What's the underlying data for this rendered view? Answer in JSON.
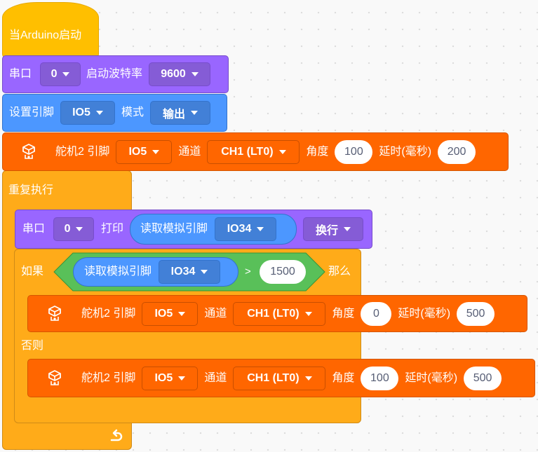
{
  "hat": {
    "label": "当Arduino启动"
  },
  "serial_init": {
    "label": "串口",
    "port": "0",
    "baud_label": "启动波特率",
    "baud": "9600"
  },
  "pin_mode": {
    "label": "设置引脚",
    "pin": "IO5",
    "mode_label": "模式",
    "mode": "输出"
  },
  "servo_top": {
    "label": "舵机2 引脚",
    "pin": "IO5",
    "channel_label": "通道",
    "channel": "CH1 (LT0)",
    "angle_label": "角度",
    "angle": "100",
    "delay_label": "延时(毫秒)",
    "delay": "200"
  },
  "forever": {
    "label": "重复执行"
  },
  "serial_print": {
    "label": "串口",
    "port": "0",
    "print_label": "打印",
    "reporter_label": "读取模拟引脚",
    "reporter_pin": "IO34",
    "newline": "换行"
  },
  "if_block": {
    "if_label": "如果",
    "then_label": "那么",
    "else_label": "否则",
    "cond_reporter_label": "读取模拟引脚",
    "cond_pin": "IO34",
    "operator": ">",
    "threshold": "1500"
  },
  "servo_if": {
    "label": "舵机2 引脚",
    "pin": "IO5",
    "channel_label": "通道",
    "channel": "CH1 (LT0)",
    "angle_label": "角度",
    "angle": "0",
    "delay_label": "延时(毫秒)",
    "delay": "500"
  },
  "servo_else": {
    "label": "舵机2 引脚",
    "pin": "IO5",
    "channel_label": "通道",
    "channel": "CH1 (LT0)",
    "angle_label": "角度",
    "angle": "100",
    "delay_label": "延时(毫秒)",
    "delay": "500"
  },
  "colors": {
    "event": "#ffbf00",
    "serial": "#9966ff",
    "pin": "#4c97ff",
    "servo": "#ff6600",
    "control": "#ffab19",
    "operator": "#59c059"
  },
  "icons": {
    "servo": "servo-motor-icon",
    "loop": "loop-arrow-icon",
    "dropdown": "caret-down-icon"
  }
}
